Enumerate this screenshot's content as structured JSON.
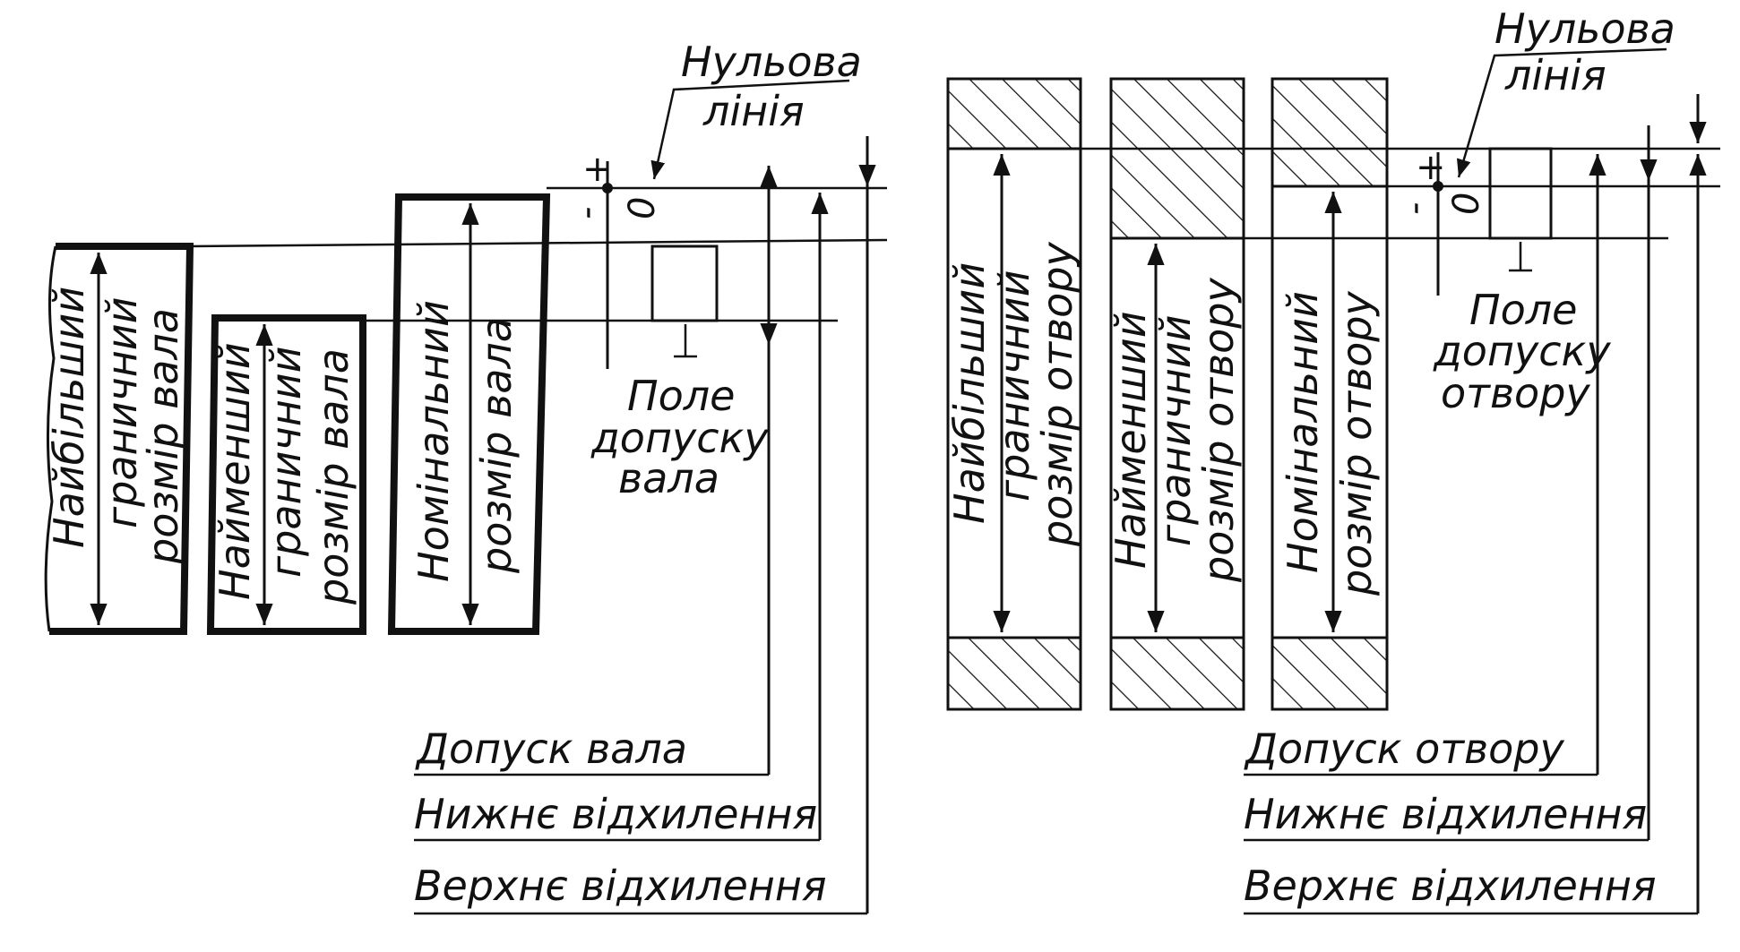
{
  "shaft": {
    "zero_line_title_1": "Нульова",
    "zero_line_title_2": "лінія",
    "largest_1": "Найбільший",
    "largest_2": "граничний",
    "largest_3": "розмір вала",
    "smallest_1": "Найменший",
    "smallest_2": "граничний",
    "smallest_3": "розмір вала",
    "nominal_1": "Номінальний",
    "nominal_2": "розмір вала",
    "field_1": "Поле",
    "field_2": "допуску",
    "field_3": "вала",
    "tolerance": "Допуск вала",
    "lower_dev": "Нижнє відхилення",
    "upper_dev": "Верхнє відхилення",
    "plus": "+",
    "minus": "-",
    "zero": "0"
  },
  "hole": {
    "zero_line_title_1": "Нульова",
    "zero_line_title_2": "лінія",
    "largest_1": "Найбільший",
    "largest_2": "граничний",
    "largest_3": "розмір отвору",
    "smallest_1": "Найменший",
    "smallest_2": "граничний",
    "smallest_3": "розмір отвору",
    "nominal_1": "Номінальний",
    "nominal_2": "розмір отвору",
    "field_1": "Поле",
    "field_2": "допуску",
    "field_3": "отвору",
    "tolerance": "Допуск отвору",
    "lower_dev": "Нижнє відхилення",
    "upper_dev": "Верхнє відхилення",
    "plus": "+",
    "minus": "-",
    "zero": "0"
  }
}
